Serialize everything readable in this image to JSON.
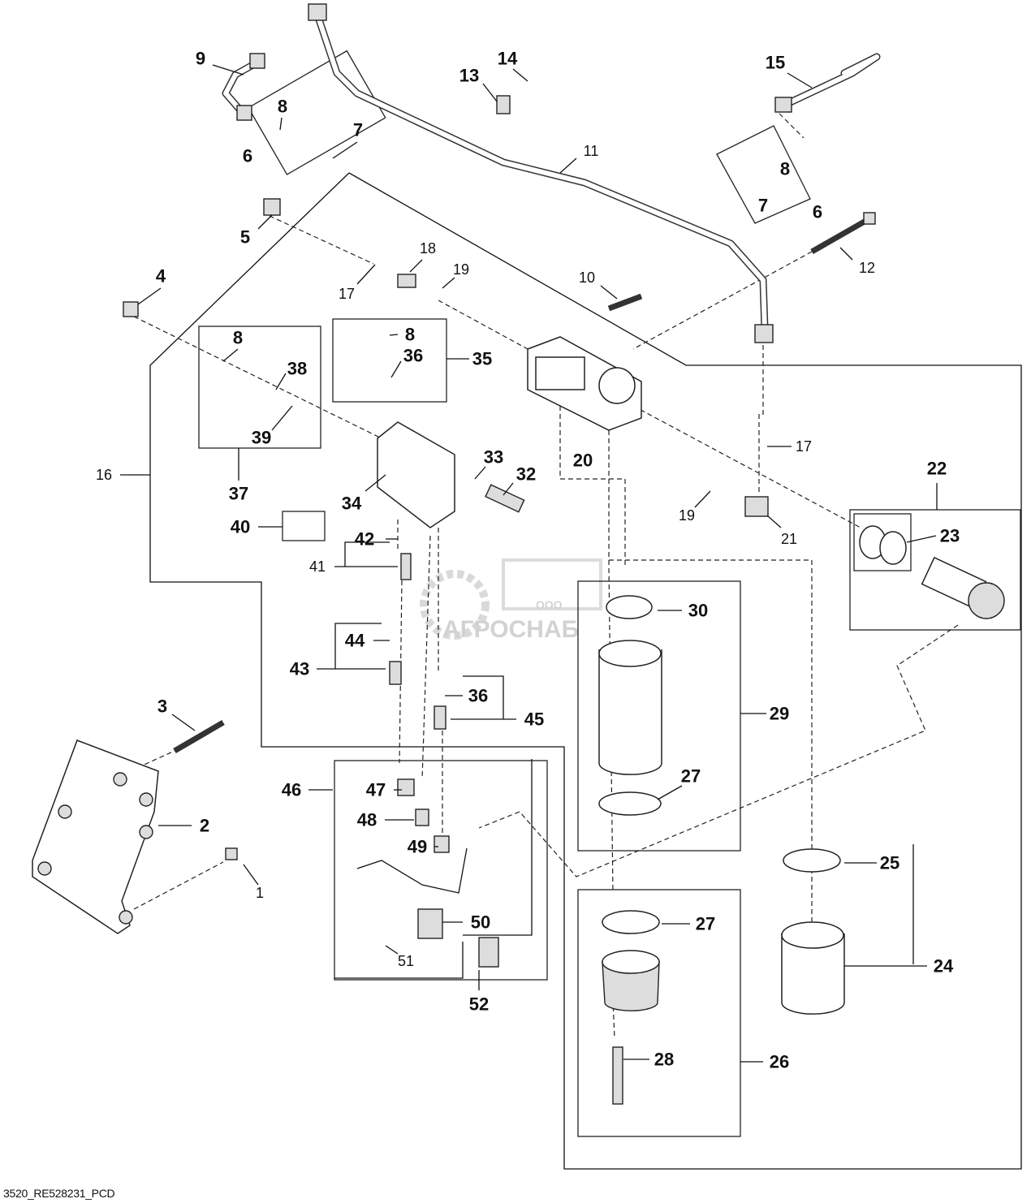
{
  "callouts": [
    "9",
    "8",
    "7",
    "6",
    "14",
    "13",
    "11",
    "15",
    "8",
    "7",
    "6",
    "5",
    "18",
    "19",
    "17",
    "12",
    "10",
    "4",
    "8",
    "36",
    "35",
    "8",
    "38",
    "39",
    "37",
    "16",
    "20",
    "17",
    "22",
    "23",
    "33",
    "32",
    "34",
    "19",
    "21",
    "40",
    "42",
    "41",
    "30",
    "44",
    "43",
    "29",
    "36",
    "45",
    "3",
    "27",
    "46",
    "47",
    "48",
    "2",
    "49",
    "1",
    "25",
    "27",
    "50",
    "24",
    "51",
    "52",
    "28",
    "26"
  ],
  "caption": "3520_RE528231_PCD",
  "watermark": {
    "prefix": "ООО",
    "name": "АГРОСНАБ"
  }
}
